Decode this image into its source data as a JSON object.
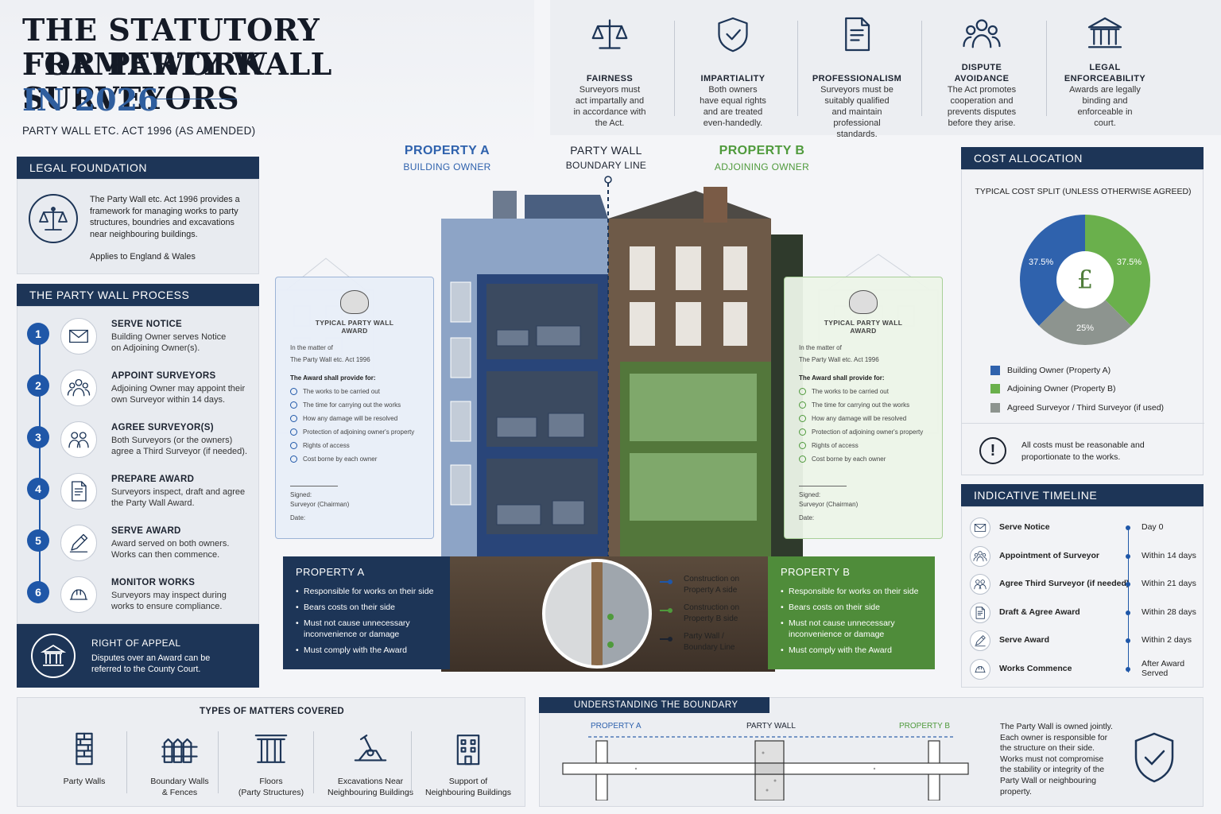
{
  "title": {
    "line1": "THE STATUTORY FRAMEWORK",
    "line2": "FOR PARTY WALL SURVEYORS",
    "line3": "IN 2026",
    "subtitle": "PARTY WALL ETC. ACT 1996 (AS AMENDED)"
  },
  "principles": [
    {
      "icon": "scales-icon",
      "title": "FAIRNESS",
      "desc": [
        "Surveyors must",
        "act impartally and",
        "in accordance with",
        "the Act."
      ]
    },
    {
      "icon": "shield-check-icon",
      "title": "IMPARTIALITY",
      "desc": [
        "Both owners",
        "have equal rights",
        "and are treated",
        "even-handedly."
      ]
    },
    {
      "icon": "document-icon",
      "title": "PROFESSIONALISM",
      "desc": [
        "Surveyors must be",
        "suitably qualified",
        "and maintain",
        "professional",
        "standards."
      ]
    },
    {
      "icon": "people-icon",
      "title": "DISPUTE AVOIDANCE",
      "title_lines": [
        "DISPUTE",
        "AVOIDANCE"
      ],
      "desc": [
        "The Act promotes",
        "cooperation and",
        "prevents disputes",
        "before they arise."
      ]
    },
    {
      "icon": "courthouse-icon",
      "title": "LEGAL ENFORCEABILITY",
      "title_lines": [
        "LEGAL",
        "ENFORCEABILITY"
      ],
      "desc": [
        "Awards are legally",
        "binding and",
        "enforceable in",
        "court."
      ]
    }
  ],
  "legal_foundation": {
    "header": "LEGAL FOUNDATION",
    "text": [
      "The Party Wall etc. Act 1996 provides a",
      "framework for managing works to party",
      "structures, boundries and excavations",
      "near neighbouring buildings."
    ],
    "applies": "Applies to England & Wales"
  },
  "process": {
    "header": "THE PARTY WALL PROCESS",
    "steps": [
      {
        "num": "1",
        "icon": "envelope-icon",
        "title": "SERVE NOTICE",
        "desc": [
          "Building Owner serves Notice",
          "on Adjoining Owner(s)."
        ]
      },
      {
        "num": "2",
        "icon": "people-icon",
        "title": "APPOINT SURVEYORS",
        "desc": [
          "Adjoining Owner may appoint their",
          "own Surveyor within 14 days."
        ]
      },
      {
        "num": "3",
        "icon": "group-icon",
        "title": "AGREE SURVEYOR(S)",
        "desc": [
          "Both Surveyors (or the owners)",
          "agree a Third Surveyor (if needed)."
        ]
      },
      {
        "num": "4",
        "icon": "document-icon",
        "title": "PREPARE AWARD",
        "desc": [
          "Surveyors inspect, draft and agree",
          "the Party Wall Award."
        ]
      },
      {
        "num": "5",
        "icon": "pen-icon",
        "title": "SERVE AWARD",
        "desc": [
          "Award served on both owners.",
          "Works can then commence."
        ]
      },
      {
        "num": "6",
        "icon": "hardhat-icon",
        "title": "MONITOR WORKS",
        "desc": [
          "Surveyors may inspect during",
          "works to ensure compliance."
        ]
      }
    ]
  },
  "appeal": {
    "title": "RIGHT OF APPEAL",
    "desc": [
      "Disputes over an Award can be",
      "referred to the County Court."
    ]
  },
  "center": {
    "property_a": {
      "title": "PROPERTY A",
      "sub": "BUILDING OWNER"
    },
    "party_wall": {
      "title": "PARTY WALL",
      "sub": "BOUNDARY LINE"
    },
    "property_b": {
      "title": "PROPERTY B",
      "sub": "ADJOINING OWNER"
    }
  },
  "award": {
    "title": [
      "TYPICAL PARTY WALL",
      "AWARD"
    ],
    "matter": "In the matter of",
    "act": "The Party Wall etc. Act 1996",
    "provide": "The Award shall provide for:",
    "items": [
      "The works to be carried out",
      "The time for carrying out the works",
      "How any damage will be resolved",
      "Protection of adjoining owner's property",
      "Rights of access",
      "Cost borne by each owner"
    ],
    "signed": "Signed:",
    "surveyor": "Surveyor (Chairman)",
    "date": "Date:"
  },
  "responsibilities": {
    "a": {
      "title": "PROPERTY A",
      "items": [
        "Responsible for works on their side",
        "Bears costs on their side",
        "Must not cause unnecessary inconvenience or damage",
        "Must comply with the Award"
      ]
    },
    "b": {
      "title": "PROPERTY B",
      "items": [
        "Responsible for works on their side",
        "Bears costs on their side",
        "Must not cause unnecessary inconvenience or damage",
        "Must comply with the Award"
      ]
    }
  },
  "detail_legend": [
    {
      "label": [
        "Construction on",
        "Property A side"
      ],
      "color": "#1f57a8"
    },
    {
      "label": [
        "Construction on",
        "Property B side"
      ],
      "color": "#4f9a3c"
    },
    {
      "label": [
        "Party Wall /",
        "Boundary Line"
      ],
      "color": "#1c2330"
    }
  ],
  "cost": {
    "header": "COST ALLOCATION",
    "subtitle": "TYPICAL COST SPLIT",
    "subtitle_note": "(UNLESS OTHERWISE AGREED)",
    "center_symbol": "£",
    "legend": [
      "Building Owner (Property A)",
      "Adjoining Owner (Property B)",
      "Agreed Surveyor / Third Surveyor (if used)"
    ],
    "note": [
      "All costs must be reasonable and",
      "proportionate to the works."
    ]
  },
  "chart_data": {
    "type": "pie",
    "labels": [
      "Building Owner (Property A)",
      "Adjoining Owner (Property B)",
      "Agreed Surveyor / Third Surveyor (if used)"
    ],
    "values": [
      37.5,
      37.5,
      25
    ],
    "value_labels": [
      "37.5%",
      "37.5%",
      "25%"
    ],
    "colors": [
      "#2f62ad",
      "#6ab04c",
      "#8d948f"
    ]
  },
  "timeline": {
    "header": "INDICATIVE TIMELINE",
    "items": [
      {
        "icon": "envelope-icon",
        "label": "Serve Notice",
        "time": "Day 0"
      },
      {
        "icon": "people-icon",
        "label": "Appointment of Surveyor",
        "time": "Within 14 days"
      },
      {
        "icon": "group-icon",
        "label": "Agree Third Surveyor (if needed)",
        "time": "Within 21 days"
      },
      {
        "icon": "document-icon",
        "label": "Draft & Agree Award",
        "time": "Within 28 days"
      },
      {
        "icon": "pen-icon",
        "label": "Serve Award",
        "time": "Within 2 days"
      },
      {
        "icon": "hardhat-icon",
        "label": "Works Commence",
        "time": "After Award Served",
        "time_lines": [
          "After Award",
          "Served"
        ]
      }
    ]
  },
  "matters": {
    "header": "TYPES OF MATTERS COVERED",
    "items": [
      {
        "icon": "party-wall-icon",
        "name": [
          "Party Walls"
        ]
      },
      {
        "icon": "fence-icon",
        "name": [
          "Boundary Walls",
          "& Fences"
        ]
      },
      {
        "icon": "floor-columns-icon",
        "name": [
          "Floors",
          "(Party Structures)"
        ]
      },
      {
        "icon": "excavation-icon",
        "name": [
          "Excavations Near",
          "Neighbouring Buildings"
        ]
      },
      {
        "icon": "building-icon",
        "name": [
          "Support of",
          "Neighbouring Buildings"
        ]
      }
    ]
  },
  "boundary": {
    "header": "UNDERSTANDING THE BOUNDARY",
    "label_a": "PROPERTY A",
    "label_wall": "PARTY WALL",
    "label_b": "PROPERTY B",
    "text": [
      "The Party Wall is owned jointly.",
      "Each owner is responsible for",
      "the structure on their side.",
      "Works must not compromise",
      "the stability or integrity of the",
      "Party Wall or neighbouring",
      "property."
    ]
  }
}
